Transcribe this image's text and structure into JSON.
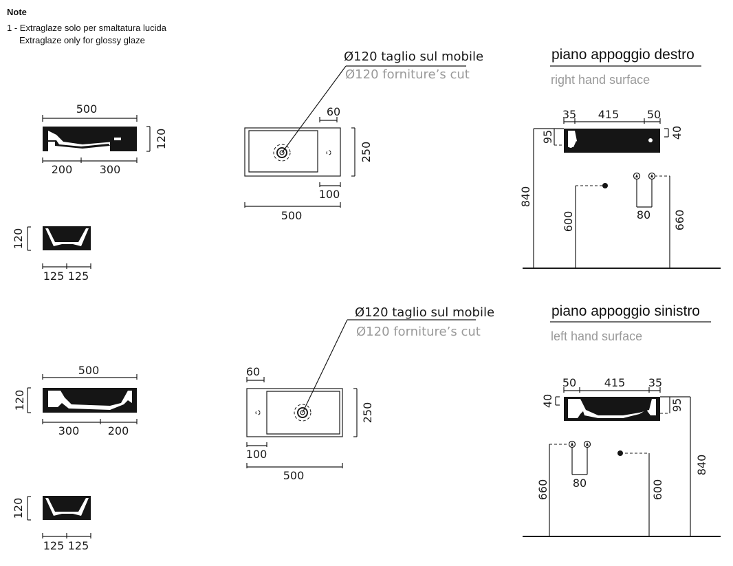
{
  "notes": {
    "heading": "Note",
    "line_it": "1 - Extraglaze solo per smaltatura lucida",
    "line_en": "Extraglaze only for glossy glaze"
  },
  "dims": {
    "width_500": "500",
    "height_120": "120",
    "split_200": "200",
    "split_300": "300",
    "half_125": "125",
    "hole_60": "60",
    "depth_250": "250",
    "offset_100": "100",
    "d35": "35",
    "d415": "415",
    "d50": "50",
    "d40": "40",
    "d95": "95",
    "d840": "840",
    "d600": "600",
    "d80": "80",
    "d660": "660"
  },
  "cutout": {
    "label_it": "Ø120 taglio sul mobile",
    "label_en": "Ø120 forniture’s cut"
  },
  "right_surface": {
    "title": "piano appoggio destro",
    "subtitle": "right hand surface"
  },
  "left_surface": {
    "title": "piano appoggio sinistro",
    "subtitle": "left hand surface"
  },
  "colors": {
    "ink": "#1a1a1a",
    "caption_grey": "#9a9a9a"
  }
}
